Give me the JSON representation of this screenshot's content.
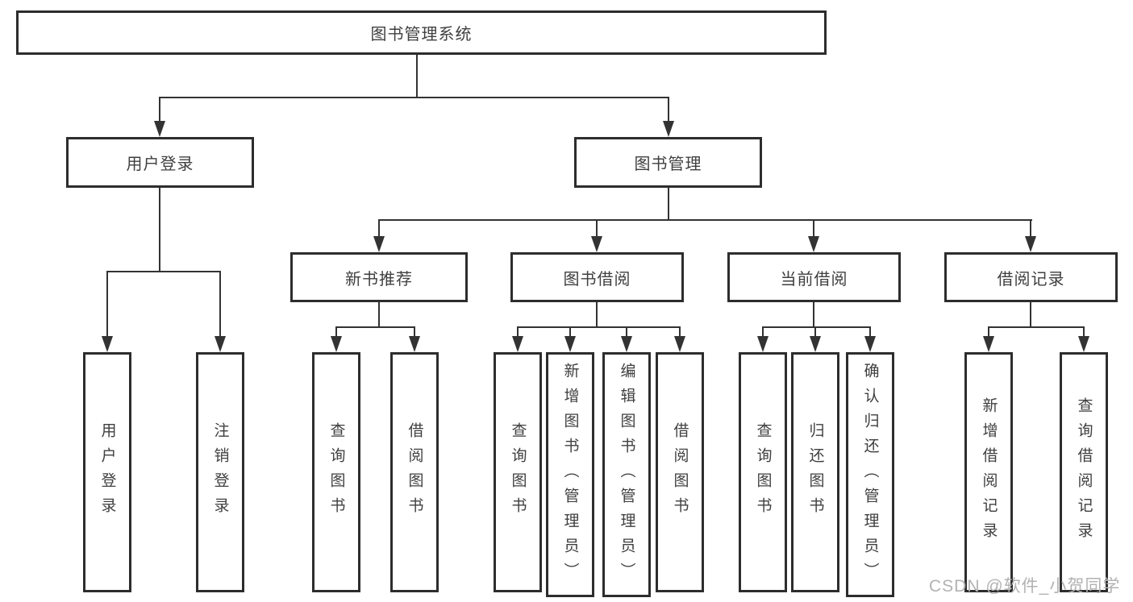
{
  "tree": {
    "label": "图书管理系统",
    "children": [
      {
        "label": "用户登录",
        "children": [
          {
            "label": "用户登录"
          },
          {
            "label": "注销登录"
          }
        ]
      },
      {
        "label": "图书管理",
        "children": [
          {
            "label": "新书推荐",
            "children": [
              {
                "label": "查询图书"
              },
              {
                "label": "借阅图书"
              }
            ]
          },
          {
            "label": "图书借阅",
            "children": [
              {
                "label": "查询图书"
              },
              {
                "label": "新增图书（管理员）"
              },
              {
                "label": "编辑图书（管理员）"
              },
              {
                "label": "借阅图书"
              }
            ]
          },
          {
            "label": "当前借阅",
            "children": [
              {
                "label": "查询图书"
              },
              {
                "label": "归还图书"
              },
              {
                "label": "确认归还（管理员）"
              }
            ]
          },
          {
            "label": "借阅记录",
            "children": [
              {
                "label": "新增借阅记录"
              },
              {
                "label": "查询借阅记录"
              }
            ]
          }
        ]
      }
    ]
  },
  "watermark": "CSDN @软件_小贺同学",
  "colors": {
    "line": "#333333",
    "border": "#2d2d2d",
    "text": "#3f3f3f",
    "watermark": "#b2b2b2",
    "background": "#ffffff"
  }
}
